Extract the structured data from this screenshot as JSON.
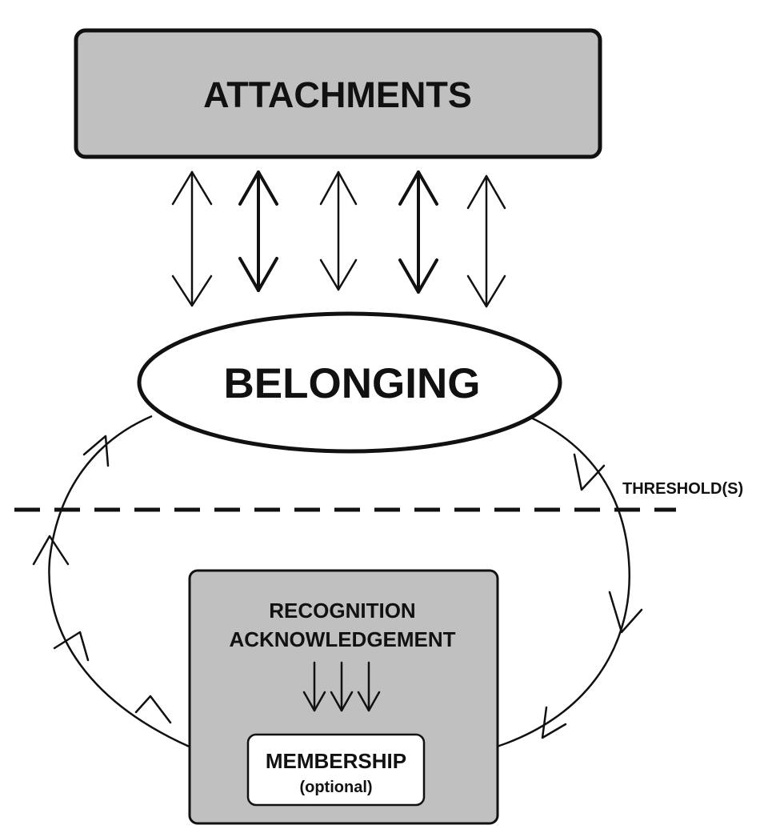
{
  "diagram": {
    "attachments_label": "ATTACHMENTS",
    "belonging_label": "BELONGING",
    "threshold_label": "THRESHOLD(S)",
    "recognition_label": "RECOGNITION",
    "acknowledgement_label": "ACKNOWLEDGEMENT",
    "membership_label": "MEMBERSHIP",
    "membership_note": "(optional)"
  },
  "colors": {
    "box_fill": "#c0c0c0",
    "stroke": "#111111",
    "background": "#ffffff"
  }
}
